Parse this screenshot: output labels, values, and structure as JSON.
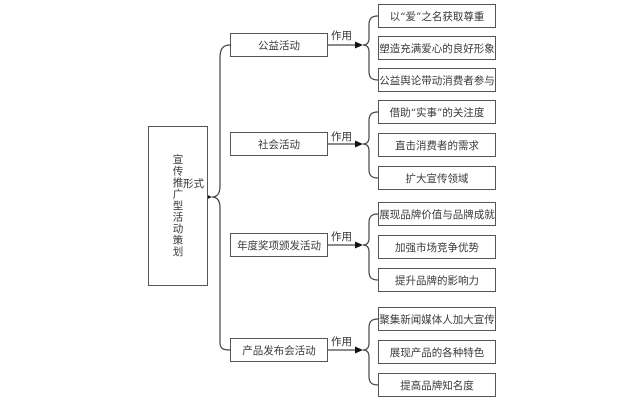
{
  "root": {
    "label": "宣传推广型活动策划"
  },
  "root_edge_label": "形式",
  "edge_label": "作用",
  "categories": [
    {
      "label": "公益活动",
      "effects": [
        "以“爱”之名获取尊重",
        "塑造充满爱心的良好形象",
        "公益舆论带动消费者参与"
      ]
    },
    {
      "label": "社会活动",
      "effects": [
        "借助“实事”的关注度",
        "直击消费者的需求",
        "扩大宣传领域"
      ]
    },
    {
      "label": "年度奖项颁发活动",
      "effects": [
        "展现品牌价值与品牌成就",
        "加强市场竞争优势",
        "提升品牌的影响力"
      ]
    },
    {
      "label": "产品发布会活动",
      "effects": [
        "聚集新闻媒体人加大宣传",
        "展现产品的各种特色",
        "提高品牌知名度"
      ]
    }
  ]
}
